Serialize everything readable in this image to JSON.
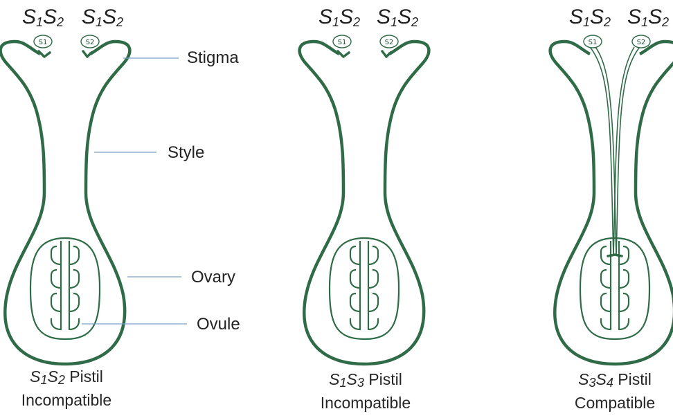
{
  "genotype_labels": {
    "left_grain": {
      "letter": "S",
      "sub": "1",
      "letter2": "S",
      "sub2": "2"
    },
    "right_grain": {
      "letter": "S",
      "sub": "1",
      "letter2": "S",
      "sub2": "2"
    }
  },
  "grain_labels": {
    "s1": "S1",
    "s2": "S2"
  },
  "structure_labels": {
    "stigma": "Stigma",
    "style": "Style",
    "ovary": "Ovary",
    "ovule": "Ovule"
  },
  "pistils": [
    {
      "genotype": {
        "a": "S",
        "a_sub": "1",
        "b": "S",
        "b_sub": "2"
      },
      "word": "Pistil",
      "result": "Incompatible"
    },
    {
      "genotype": {
        "a": "S",
        "a_sub": "1",
        "b": "S",
        "b_sub": "3"
      },
      "word": "Pistil",
      "result": "Incompatible"
    },
    {
      "genotype": {
        "a": "S",
        "a_sub": "3",
        "b": "S",
        "b_sub": "4"
      },
      "word": "Pistil",
      "result": "Compatible"
    }
  ],
  "colors": {
    "outline": "#2e6b46",
    "leader": "#7aa0c8"
  }
}
